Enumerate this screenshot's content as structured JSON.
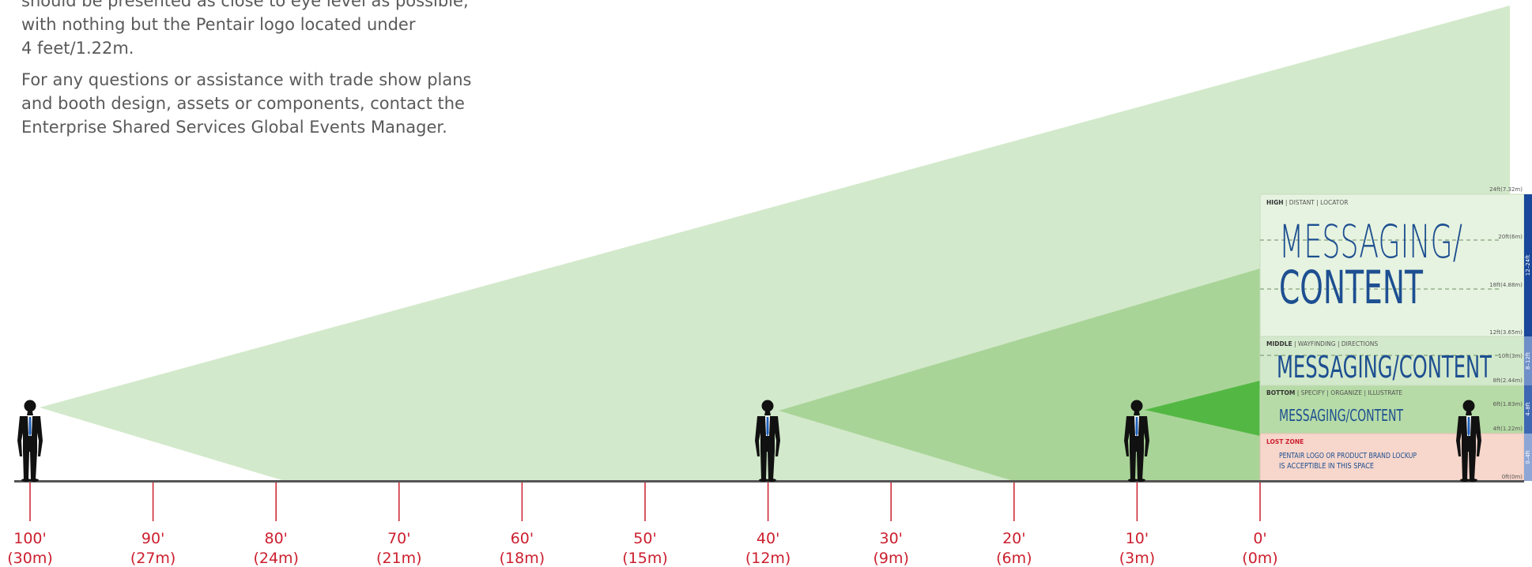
{
  "intro": {
    "para1_lines": [
      "should be presented as close to eye level as possible,",
      "with nothing but the Pentair logo located under",
      "4 feet/1.22m."
    ],
    "para2_lines": [
      "For any questions or assistance with trade show plans",
      "and booth design, assets or components, contact the",
      "Enterprise Shared Services Global Events Manager."
    ]
  },
  "colors": {
    "light_green": "#d3e9cb",
    "mid_green": "#a9d498",
    "bright_green": "#53b843",
    "lost_zone": "#f7d6cb",
    "text_blue": "#1d4f91",
    "red_ticks": "#cc1f2e",
    "band_dark_blue": "#18479b",
    "band_light_blue": "#6f8fc8"
  },
  "wall": {
    "heights": {
      "top": "24ft(7.32m)",
      "h20": "20ft(6m)",
      "h18": "18ft(4.88m)",
      "h12": "12ft(3.65m)",
      "h10": "10ft(3m)",
      "h8": "8ft(2.44m)",
      "h6": "6ft(1.83m)",
      "h4": "4ft(1.22m)",
      "h0": "0ft(0m)"
    },
    "high": {
      "title": "HIGH",
      "subtitle": " | DISTANT | LOCATOR",
      "line1": "MESSAGING/",
      "line2": "CONTENT"
    },
    "middle": {
      "title": "MIDDLE",
      "subtitle": " | WAYFINDING | DIRECTIONS",
      "content": "MESSAGING/CONTENT"
    },
    "bottom": {
      "title": "BOTTOM",
      "subtitle": " | SPECIFY | ORGANIZE | ILLUSTRATE",
      "content": "MESSAGING/CONTENT"
    },
    "lost": {
      "title": "LOST ZONE",
      "line1": "PENTAIR LOGO OR PRODUCT BRAND LOCKUP",
      "line2": "IS ACCEPTIBLE IN THIS SPACE"
    },
    "bands": [
      "12–24ft",
      "8–12ft",
      "4–8ft",
      "0–4ft"
    ]
  },
  "distances": [
    {
      "feet": "100'",
      "meters": "(30m)"
    },
    {
      "feet": "90'",
      "meters": "(27m)"
    },
    {
      "feet": "80'",
      "meters": "(24m)"
    },
    {
      "feet": "70'",
      "meters": "(21m)"
    },
    {
      "feet": "60'",
      "meters": "(18m)"
    },
    {
      "feet": "50'",
      "meters": "(15m)"
    },
    {
      "feet": "40'",
      "meters": "(12m)"
    },
    {
      "feet": "30'",
      "meters": "(9m)"
    },
    {
      "feet": "20'",
      "meters": "(6m)"
    },
    {
      "feet": "10'",
      "meters": "(3m)"
    },
    {
      "feet": "0'",
      "meters": "(0m)"
    }
  ],
  "people": [
    {
      "position": "100'"
    },
    {
      "position": "40'"
    },
    {
      "position": "10'"
    },
    {
      "position": "0'"
    }
  ]
}
